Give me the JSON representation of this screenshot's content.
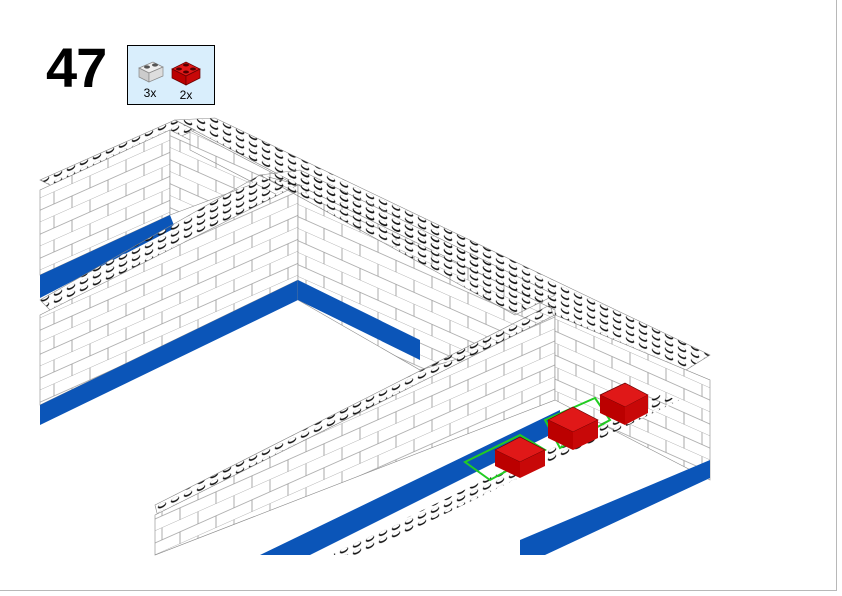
{
  "step": {
    "number": "47"
  },
  "parts_callout": {
    "parts": [
      {
        "name": "light-gray-1x2-brick",
        "color": "#d8d8d8",
        "quantity": "3x"
      },
      {
        "name": "red-2x2-brick",
        "color": "#d01010",
        "quantity": "2x"
      }
    ]
  },
  "colors": {
    "callout_bg": "#d9eefc",
    "blue": "#0b55b8",
    "red": "#d01010",
    "highlight": "#22cc22"
  }
}
